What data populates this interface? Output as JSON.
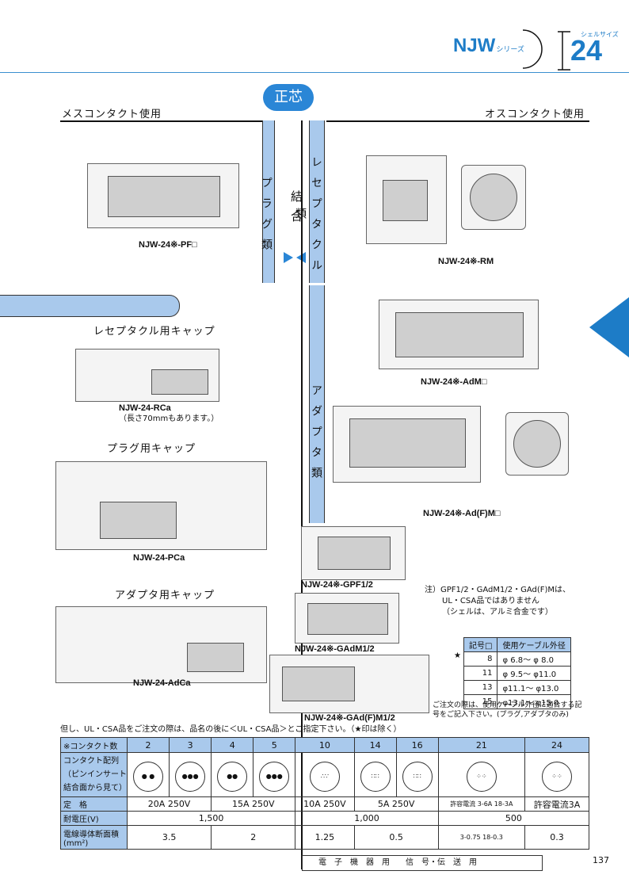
{
  "header": {
    "series": "NJW",
    "series_suffix": "シリーズ",
    "shell_label": "シェルサイズ",
    "shell_size": "24"
  },
  "center_pill": "正芯",
  "left_header": "メスコンタクト使用",
  "right_header": "オスコンタクト使用",
  "columns": {
    "plug": "プラグ類",
    "receptacle": "レセプタクル類",
    "mate": "結合",
    "adapter": "アダプタ類"
  },
  "parts": {
    "pf": "NJW-24※-PF□",
    "rm": "NJW-24※-RM",
    "adm": "NJW-24※-AdM□",
    "adfm": "NJW-24※-Ad(F)M□",
    "rca": "NJW-24-RCa",
    "rca_note": "（長さ70mmもあります。）",
    "pca": "NJW-24-PCa",
    "adca": "NJW-24-AdCa",
    "gpf": "NJW-24※-GPF1/2",
    "gadm": "NJW-24※-GAdM1/2",
    "gadfm": "NJW-24※-GAd(F)M1/2"
  },
  "caps": {
    "receptacle_cap": "レセプタクル用キャップ",
    "plug_cap": "プラグ用キャップ",
    "adapter_cap": "アダプタ用キャップ"
  },
  "note": [
    "注）GPF1/2・GAdM1/2・GAd(F)Mは、",
    "UL・CSA品ではありません",
    "（シェルは、アルミ合金です）"
  ],
  "cable_table": {
    "headers": [
      "記号□",
      "使用ケーブル外径"
    ],
    "rows": [
      [
        "8",
        "φ 6.8〜 φ 8.0"
      ],
      [
        "11",
        "φ 9.5〜 φ11.0"
      ],
      [
        "13",
        "φ11.1〜 φ13.0"
      ],
      [
        "15",
        "φ13.1〜 φ15.0"
      ]
    ],
    "star": "★"
  },
  "order_note": "ご注文の際は、使用ケーブル外径に適合する記号をご記入下さい。(プラグ,アダプタのみ)",
  "ul_note": "但し、UL・CSA品をご注文の際は、品名の後に＜UL・CSA品＞とご指定下さい。（★印は除く）",
  "spec": {
    "contacts_label": "※コンタクト数",
    "contacts": [
      "2",
      "3",
      "4",
      "5",
      "10",
      "14",
      "16",
      "21",
      "24"
    ],
    "layout_label": "コンタクト配列（ピンインサート結合面から見て）",
    "rating_label": "定　格",
    "ratings": [
      "20A 250V",
      "15A 250V",
      "10A 250V",
      "5A 250V",
      "許容電流 3-6A 18-3A",
      "許容電流3A"
    ],
    "voltage_label": "耐電圧(V)",
    "voltages": [
      "1,500",
      "1,000",
      "500"
    ],
    "area_label": "電線導体断面積(mm²)",
    "areas": [
      "3.5",
      "2",
      "1.25",
      "0.5",
      "3-0.75 18-0.3",
      "0.3"
    ]
  },
  "footer": "電　子　機　器　用　　信　号・伝　送　用",
  "page_number": "137",
  "colors": {
    "accent": "#1d7cc7",
    "band": "#a9c9ec"
  }
}
